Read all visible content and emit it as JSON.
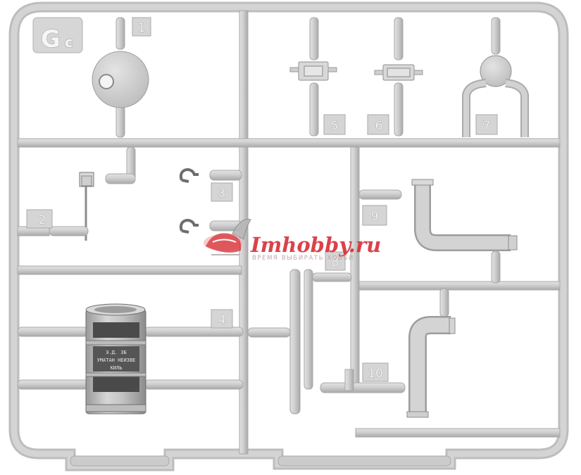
{
  "sprue": {
    "code": "G",
    "code_sub": "c",
    "part_numbers": [
      "1",
      "2",
      "3",
      "4",
      "5",
      "6",
      "7",
      "8",
      "9",
      "10"
    ]
  },
  "watermark": {
    "name": "Imhobby.ru",
    "tagline": "ВРЕМЯ ВЫБИРАТЬ ХОББИ"
  },
  "canister_label": [
    "Э.Д. 3Б",
    "УМАТАН НЕИЗВЕ",
    "КИЛЬ"
  ],
  "colors": {
    "plastic": "#c9c9c9",
    "background": "#ffffff",
    "logo_red": "#d8323a"
  }
}
